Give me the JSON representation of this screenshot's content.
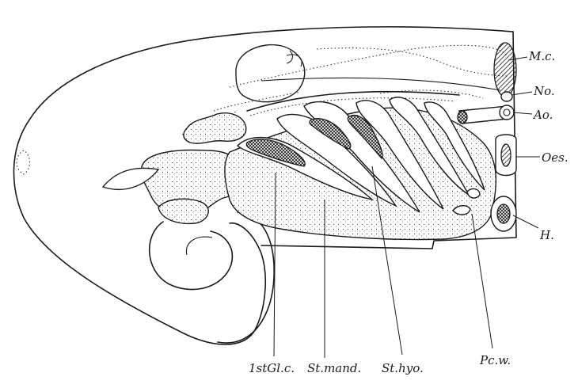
{
  "labels": {
    "mc": "M.c.",
    "no": "No.",
    "ao": "Ao.",
    "oes": "Oes.",
    "h": "H.",
    "glc": "1stGl.c.",
    "stmand": "St.mand.",
    "sthyo": "St.hyo.",
    "pcw": "Pc.w."
  }
}
